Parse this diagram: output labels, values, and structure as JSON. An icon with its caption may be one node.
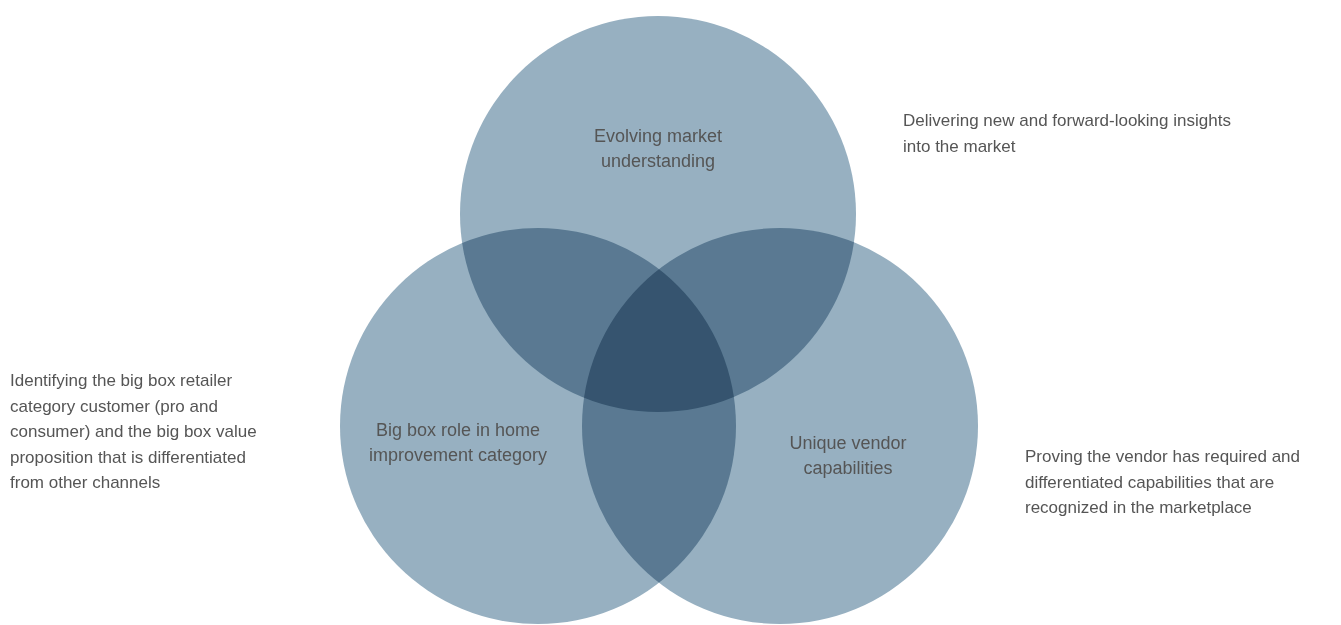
{
  "diagram": {
    "nodes": [
      {
        "text": [
          "Evolving market understanding"
        ]
      },
      {
        "text": [
          "Big box role in home improvement category"
        ]
      },
      {
        "text": [
          "Unique vendor capabilities"
        ]
      }
    ],
    "labels": [
      "Delivering new and forward-looking insights into the market",
      "Identifying the big box retailer category customer (pro and consumer) and the big box value proposition that is differentiated from other channels",
      "Proving the vendor has required and differentiated capabilities that are recognized in the marketplace"
    ]
  }
}
